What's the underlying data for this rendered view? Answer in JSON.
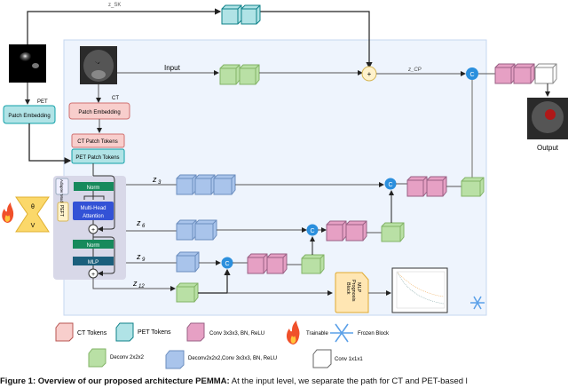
{
  "labels": {
    "z_sk": "z_SK",
    "input": "Input",
    "z_cp": "z_CP",
    "output": "Output",
    "pet": "PET",
    "ct": "CT",
    "pet_patch_embedding": "Patch Embedding",
    "ct_patch_embedding": "Patch Embedding",
    "ct_patch_tokens": "CT Patch Tokens",
    "pet_patch_tokens": "PET Patch Tokens",
    "adapter_module": "Adapter Module",
    "peft": "PEFT",
    "norm1": "Norm",
    "mha_line1": "Multi-Head",
    "mha_line2": "Attention",
    "norm2": "Norm",
    "mlp": "MLP",
    "theta": "θ",
    "v": "V",
    "z3": "z",
    "z3_sub": "3",
    "z6": "z",
    "z6_sub": "6",
    "z9": "z",
    "z9_sub": "9",
    "z12": "z",
    "z12_sub": "12",
    "concat": "C",
    "plus": "+",
    "mlp_block_line1": "MLP",
    "mlp_block_line2": "Prognosis",
    "mlp_block_line3": "Block"
  },
  "legend": [
    {
      "label": "CT Tokens",
      "color": "#f8cecc",
      "stroke": "#b85450"
    },
    {
      "label": "PET Tokens",
      "color": "#b0e3e6",
      "stroke": "#0e8088"
    },
    {
      "label": "Conv 3x3x3, BN, ReLU",
      "color": "#e6a0c4",
      "stroke": "#996185"
    },
    {
      "label": "Trainable",
      "icon": "fire-icon"
    },
    {
      "label": "Frozen Block",
      "icon": "snowflake-icon"
    },
    {
      "label": "Deconv 2x2x2",
      "color": "#b9e0a5",
      "stroke": "#82b366"
    },
    {
      "label": "Deconv2x2x2,Conv 3x3x3, BN, ReLU",
      "color": "#a9c4eb",
      "stroke": "#6c8ebf"
    },
    {
      "label": "Conv 1x1x1",
      "color": "#ffffff",
      "stroke": "#666666"
    }
  ],
  "caption": {
    "prefix": "Figure 1:",
    "bold": " Overview of our proposed architecture PEMMA:",
    "rest": " At the input level, we separate the path for CT and PET-based l"
  },
  "colors": {
    "frozen_region": "#eef4fd",
    "encoder_box": "#d8d8e8",
    "norm": "#178a5c",
    "attention": "#3352d6",
    "mlp": "#1b5f7c",
    "concat": "#2b8fdd",
    "plus": "#fff2cc",
    "prognosis_block": "#ffe6b3"
  }
}
